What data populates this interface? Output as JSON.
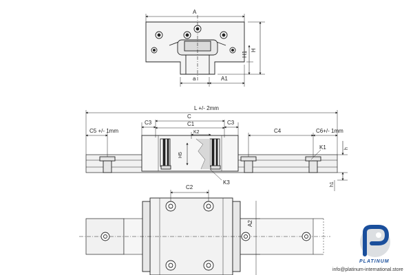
{
  "drawing": {
    "end_view": {
      "A": "A",
      "H": "H",
      "H1": "H1",
      "a": "a",
      "A1": "A1"
    },
    "side_view": {
      "L": "L +/- 2mm",
      "C": "C",
      "C1": "C1",
      "C3_left": "C3",
      "C3_right": "C3",
      "C4": "C4",
      "C5": "C5 +/- 1mm",
      "C6": "C6+/- 1mm",
      "K1": "K1",
      "K2": "K2",
      "K3": "K3",
      "H5": "H5",
      "h": "h",
      "h1": "h1"
    },
    "top_view": {
      "C2": "C2",
      "A2": "A2"
    }
  },
  "watermark": {
    "brand": "PLATINUM",
    "email": "info@platinum-international.store",
    "colors": {
      "blue": "#1a4f9c",
      "grey": "#9aa3ad"
    }
  }
}
